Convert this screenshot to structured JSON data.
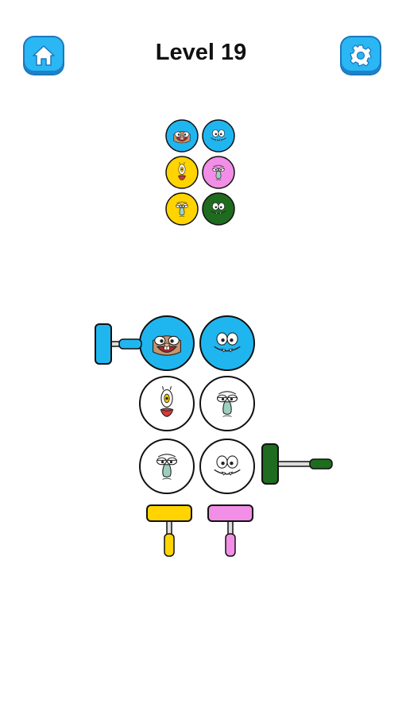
{
  "header": {
    "level_title": "Level 19",
    "home_icon": "home-icon",
    "settings_icon": "gear-icon"
  },
  "colors": {
    "button_blue": "#2bb6f4",
    "cyan": "#1fb6f0",
    "yellow": "#ffd400",
    "pink": "#f28ee6",
    "green": "#1f6b1f",
    "outline": "#111111"
  },
  "target": {
    "cells": [
      {
        "character": "sandy",
        "color": "cyan"
      },
      {
        "character": "blob",
        "color": "cyan"
      },
      {
        "character": "plankton",
        "color": "yellow"
      },
      {
        "character": "squid",
        "color": "pink"
      },
      {
        "character": "squid",
        "color": "yellow"
      },
      {
        "character": "blob",
        "color": "green"
      }
    ]
  },
  "puzzle": {
    "cells": [
      {
        "character": "sandy",
        "color": "cyan"
      },
      {
        "character": "blob",
        "color": "cyan"
      },
      {
        "character": "plankton",
        "color": "none"
      },
      {
        "character": "squid",
        "color": "none"
      },
      {
        "character": "squid",
        "color": "none"
      },
      {
        "character": "blob",
        "color": "none"
      }
    ]
  },
  "rollers": [
    {
      "name": "cyan-roller",
      "color": "cyan",
      "orientation": "left-horizontal"
    },
    {
      "name": "green-roller",
      "color": "green",
      "orientation": "right-horizontal"
    },
    {
      "name": "yellow-roller",
      "color": "yellow",
      "orientation": "bottom-vertical"
    },
    {
      "name": "pink-roller",
      "color": "pink",
      "orientation": "bottom-vertical"
    }
  ]
}
